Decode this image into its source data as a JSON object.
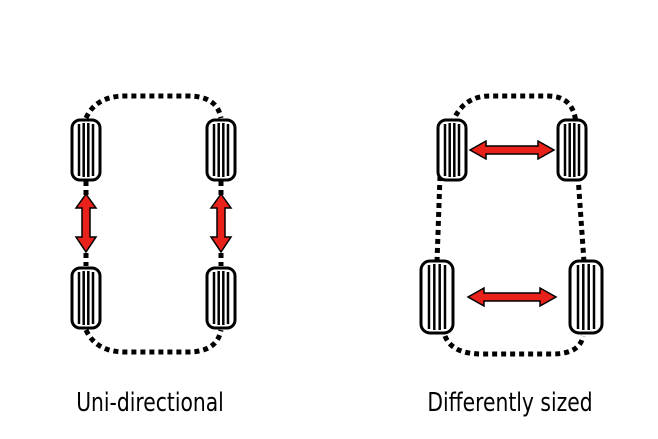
{
  "panels": [
    {
      "id": "uni",
      "caption": "Uni-directional"
    },
    {
      "id": "diff",
      "caption": "Differently sized"
    }
  ],
  "colors": {
    "arrow": "#e8221b",
    "arrow_outline": "#000000",
    "tire": "#ffffff",
    "tire_outline": "#000000",
    "path": "#000000",
    "background": "#ffffff"
  },
  "icons": {
    "tire": "tire-icon",
    "arrow": "double-headed-arrow"
  }
}
